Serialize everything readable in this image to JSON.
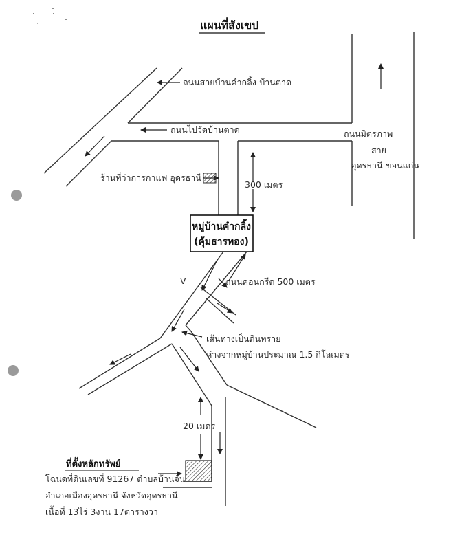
{
  "title": "แผนที่สังเขป",
  "labels": {
    "road_kham_kling_ban_tad": "ถนนสายบ้านคำกลิ้ง-บ้านตาด",
    "road_to_wat_ban_tad": "ถนนไปวัดบ้านตาด",
    "road_mittraphap": "ถนนมิตรภาพ",
    "road_mittraphap_line": "สาย",
    "road_mittraphap_route": "อุดรธานี-ขอนแก่น",
    "cafe": "ร้านที่ว่าการกาแฟ อุดรธานี",
    "distance_300": "300 เมตร",
    "concrete_road": "ถนนคอนกรีต 500 เมตร",
    "v_mark": "V",
    "dirt_road_line1": "เส้นทางเป็นดินทราย",
    "dirt_road_line2": "ห่างจากหมู่บ้านประมาณ  1.5  กิโลเมตร",
    "distance_20": "20 เมตร"
  },
  "village_box": {
    "line1": "หมู่บ้านคำกลิ้ง",
    "line2": "(คุ้มธารทอง)"
  },
  "property": {
    "heading": "ที่ตั้งหลักทรัพย์",
    "line1": "โฉนดที่ดินเลขที่ 91267  ตำบลบ้านจั่น",
    "line2": "อำเภอเมืองอุดรธานี จังหวัดอุดรธานี",
    "line3": "เนื้อที่ 13ไร่ 3งาน 17ตารางวา"
  }
}
